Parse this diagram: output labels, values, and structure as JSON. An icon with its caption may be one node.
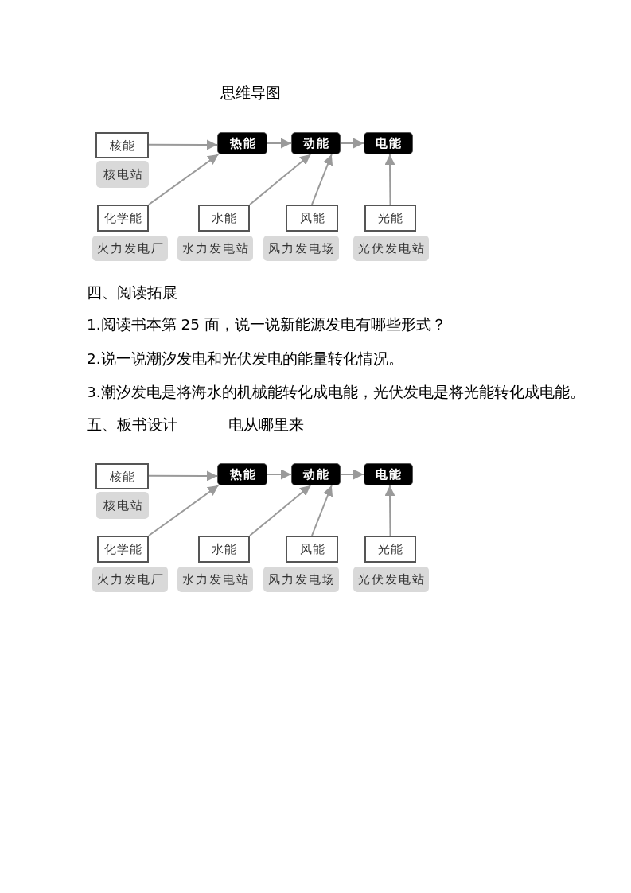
{
  "diagram": {
    "title": "思维导图",
    "nodes": [
      {
        "text": [
          "核能"
        ]
      },
      {
        "text": [
          "热能"
        ]
      },
      {
        "text": [
          "动能"
        ]
      },
      {
        "text": [
          "电能"
        ]
      },
      {
        "text": [
          "核电站"
        ]
      },
      {
        "text": [
          "化学能"
        ]
      },
      {
        "text": [
          "水能"
        ]
      },
      {
        "text": [
          "风能"
        ]
      },
      {
        "text": [
          "光能"
        ]
      },
      {
        "text": [
          "火力发电厂"
        ]
      },
      {
        "text": [
          "水力发电站"
        ]
      },
      {
        "text": [
          "风力发电场"
        ]
      },
      {
        "text": [
          "光伏发电站"
        ]
      },
      {
        "text": [
          "核能"
        ]
      },
      {
        "text": [
          "热能"
        ]
      },
      {
        "text": [
          "动能"
        ]
      },
      {
        "text": [
          "电能"
        ]
      },
      {
        "text": [
          "核电站"
        ]
      },
      {
        "text": [
          "化学能"
        ]
      },
      {
        "text": [
          "水能"
        ]
      },
      {
        "text": [
          "风能"
        ]
      },
      {
        "text": [
          "光能"
        ]
      },
      {
        "text": [
          "火力发电厂"
        ]
      },
      {
        "text": [
          "水力发电站"
        ]
      },
      {
        "text": [
          "风力发电场"
        ]
      },
      {
        "text": [
          "光伏发电站"
        ]
      }
    ],
    "edges": [
      {
        "from": 0,
        "to": 1,
        "arrow": "to"
      },
      {
        "from": 1,
        "to": 2,
        "arrow": "to"
      },
      {
        "from": 2,
        "to": 3,
        "arrow": "to"
      },
      {
        "from": 5,
        "to": 1,
        "arrow": "to"
      },
      {
        "from": 6,
        "to": 2,
        "arrow": "to"
      },
      {
        "from": 7,
        "to": 2,
        "arrow": "to"
      },
      {
        "from": 8,
        "to": 3,
        "arrow": "to"
      },
      {
        "from": 13,
        "to": 14,
        "arrow": "to"
      },
      {
        "from": 14,
        "to": 15,
        "arrow": "to"
      },
      {
        "from": 15,
        "to": 16,
        "arrow": "to"
      },
      {
        "from": 18,
        "to": 14,
        "arrow": "to"
      },
      {
        "from": 19,
        "to": 15,
        "arrow": "to"
      },
      {
        "from": 20,
        "to": 15,
        "arrow": "to"
      },
      {
        "from": 21,
        "to": 16,
        "arrow": "to"
      }
    ],
    "labels": [
      "四、阅读拓展",
      "1.阅读书本第 25 面，说一说新能源发电有哪些形式？",
      "2.说一说潮汐发电和光伏发电的能量转化情况。",
      "3.潮汐发电是将海水的机械能转化成电能，光伏发电是将光能转化成电能。",
      "五、板书设计",
      "电从哪里来"
    ]
  }
}
